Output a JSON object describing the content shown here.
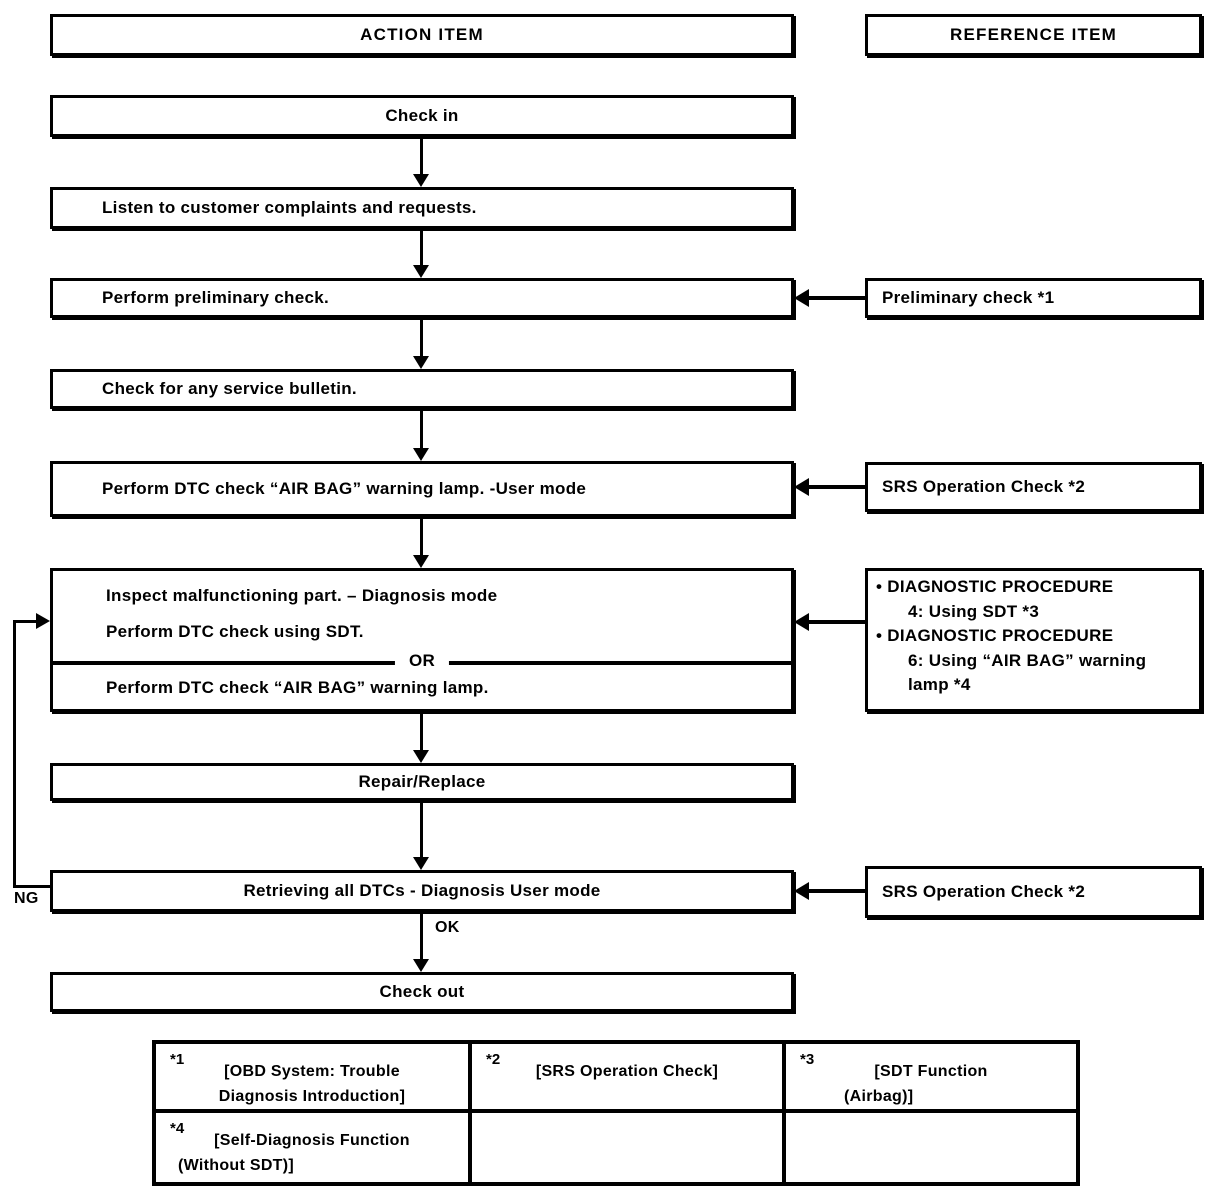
{
  "colors": {
    "ink": "#000000",
    "paper": "#ffffff"
  },
  "headers": {
    "action": "ACTION ITEM",
    "reference": "REFERENCE ITEM"
  },
  "flow": {
    "check_in": "Check in",
    "listen": "Listen to customer complaints and requests.",
    "preliminary": "Perform preliminary check.",
    "bulletin": "Check for any service bulletin.",
    "dtc_user_mode": "Perform DTC check “AIR BAG” warning lamp. -User mode",
    "inspect": "Inspect malfunctioning part. – Diagnosis mode",
    "dtc_sdt": "Perform DTC check using SDT.",
    "or_label": "OR",
    "dtc_lamp": "Perform DTC check “AIR BAG” warning lamp.",
    "repair": "Repair/Replace",
    "retrieve": "Retrieving all DTCs - Diagnosis User mode",
    "ok_label": "OK",
    "ng_label": "NG",
    "check_out": "Check out"
  },
  "references": {
    "preliminary": "Preliminary check *1",
    "srs_check_1": "SRS Operation Check *2",
    "srs_check_2": "SRS Operation Check *2",
    "diagnostic": {
      "line1": "• DIAGNOSTIC PROCEDURE",
      "line2": "4: Using SDT *3",
      "line3": "• DIAGNOSTIC PROCEDURE",
      "line4": "6: Using “AIR BAG” warning",
      "line5": "lamp *4"
    }
  },
  "footnotes": {
    "f1": {
      "marker": "*1",
      "line1": "[OBD System: Trouble",
      "line2": "Diagnosis Introduction]"
    },
    "f2": {
      "marker": "*2",
      "line1": "[SRS Operation Check]"
    },
    "f3": {
      "marker": "*3",
      "line1": "[SDT Function",
      "line2": "(Airbag)]"
    },
    "f4": {
      "marker": "*4",
      "line1": "[Self-Diagnosis Function",
      "line2": "(Without SDT)]"
    }
  }
}
